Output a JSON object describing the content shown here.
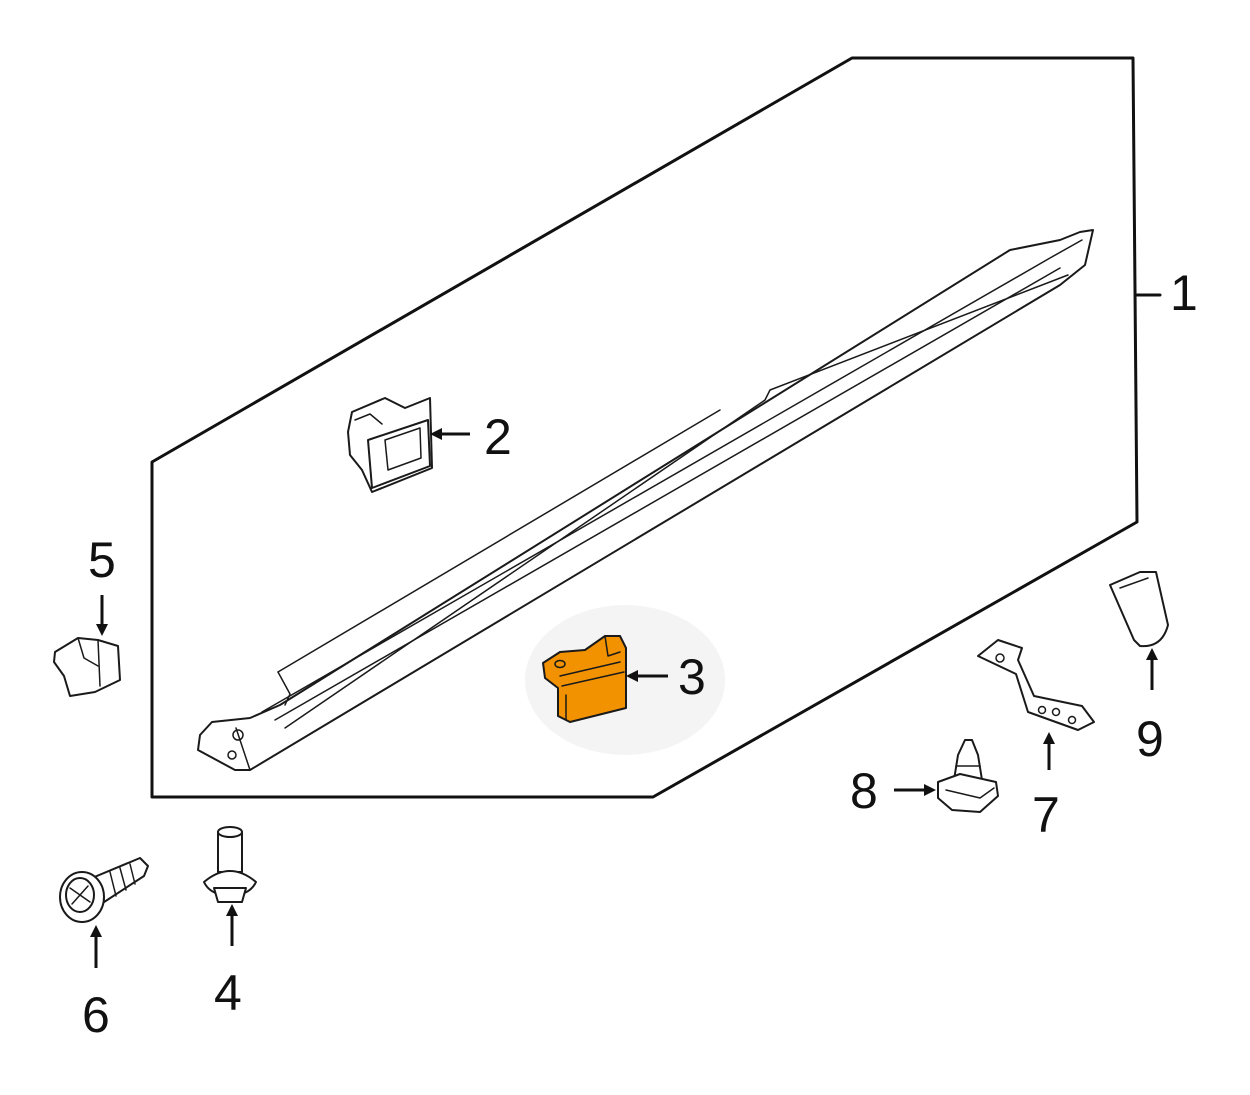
{
  "colors": {
    "line": "#111111",
    "highlight_part": "#f39200",
    "highlight_halo": "#f4f4f4"
  },
  "callouts": [
    {
      "id": "1",
      "label": "1"
    },
    {
      "id": "2",
      "label": "2"
    },
    {
      "id": "3",
      "label": "3"
    },
    {
      "id": "4",
      "label": "4"
    },
    {
      "id": "5",
      "label": "5"
    },
    {
      "id": "6",
      "label": "6"
    },
    {
      "id": "7",
      "label": "7"
    },
    {
      "id": "8",
      "label": "8"
    },
    {
      "id": "9",
      "label": "9"
    }
  ]
}
